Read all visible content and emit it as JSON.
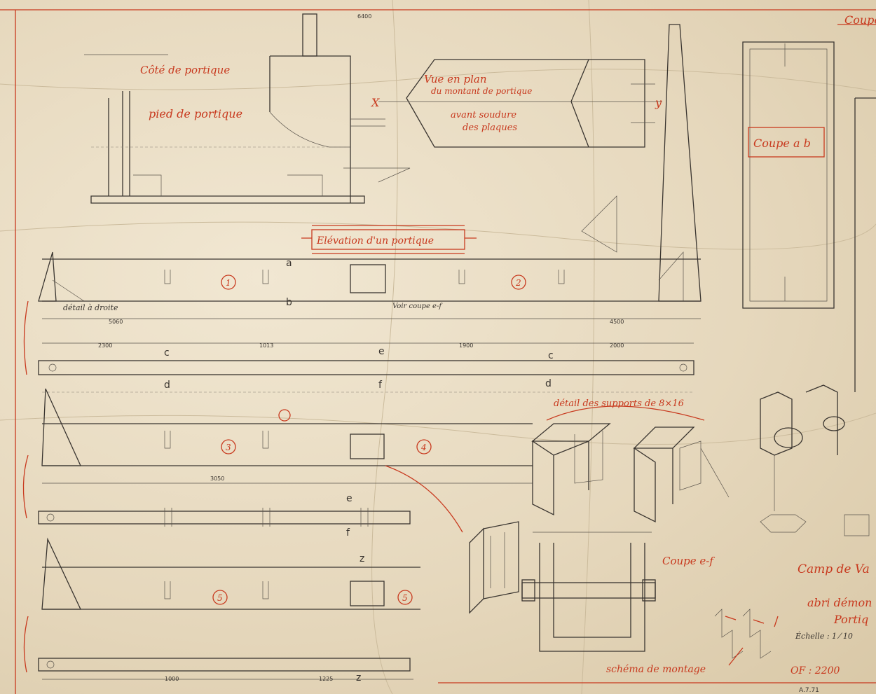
{
  "top_right": "Coupe",
  "labels": {
    "cote_portique": "Côté de portique",
    "pied_portique": "pied de portique",
    "vue_en_plan_1": "Vue en plan",
    "vue_en_plan_2": "du montant de portique",
    "avant_soudure_1": "avant soudure",
    "avant_soudure_2": "des plaques",
    "coupe_ab": "Coupe a b",
    "elevation": "Elévation d'un portique",
    "detail_supports": "détail des supports de 8×16",
    "coupe_ef": "Coupe e-f",
    "schema_montage": "schéma de montage",
    "title_1": "Camp de Va",
    "title_2": "abri démon",
    "title_3": "Portiq",
    "echelle": "Échelle : 1 ⁄ 10",
    "of": "OF : 2200",
    "date": "A.7.71",
    "detail_a_droite": "détail à droite",
    "voir_coupe": "Voir coupe e-f"
  },
  "markers": {
    "a": "a",
    "b": "b",
    "c": "c",
    "d": "d",
    "e": "e",
    "f": "f",
    "z": "z",
    "x": "X",
    "y": "y"
  },
  "circled": [
    "1",
    "2",
    "3",
    "4",
    "5",
    "5"
  ],
  "dimensions": {
    "d6400": "6400",
    "d5060": "5060",
    "d2300": "2300",
    "d3050": "3050",
    "d1900": "1900",
    "d4500": "4500",
    "d2000": "2000",
    "d1225": "1225",
    "d1013": "1013",
    "d1000": "1000"
  }
}
